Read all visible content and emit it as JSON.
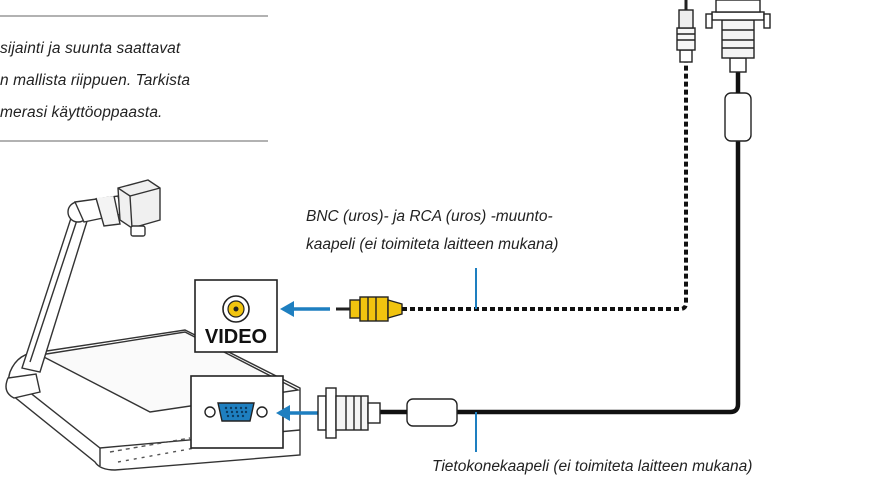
{
  "note": {
    "lines": [
      "sijainti ja suunta saattavat",
      "n mallista riippuen. Tarkista",
      "merasi käyttöoppaasta."
    ]
  },
  "panels": {
    "video_label": "VIDEO"
  },
  "captions": {
    "bnc_cable": [
      "BNC (uros)- ja RCA (uros) -muunto-",
      "kaapeli (ei toimiteta laitteen mukana)"
    ],
    "computer_cable": "Tietokonekaapeli (ei toimiteta laitteen mukana)"
  },
  "colors": {
    "arrow": "#1e7fc0",
    "rca_plug": "#f1c40f",
    "cable": "#111111",
    "line_art": "#333333"
  }
}
